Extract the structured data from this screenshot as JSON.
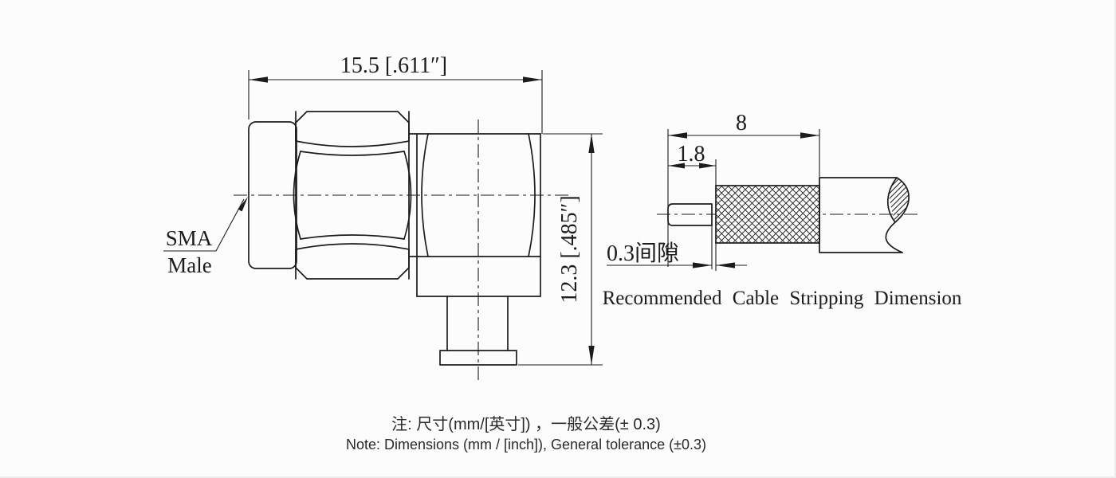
{
  "page": {
    "background": "#fcfcfc",
    "line_color": "#1c1c1c"
  },
  "connector_view": {
    "callout_line1": "SMA",
    "callout_line2": "Male",
    "dim_width": "15.5 [.611″]",
    "dim_height": "12.3 [.485″]"
  },
  "stripping_view": {
    "dim_total": "8",
    "dim_inner": "1.8",
    "dim_gap": "0.3间隙",
    "title": "Recommended Cable Stripping Dimension"
  },
  "notes": {
    "line1_zh": "注: 尺寸(mm/[英寸]) ，一般公差(± 0.3)",
    "line2_en": "Note: Dimensions (mm / [inch]), General tolerance (±0.3)"
  }
}
